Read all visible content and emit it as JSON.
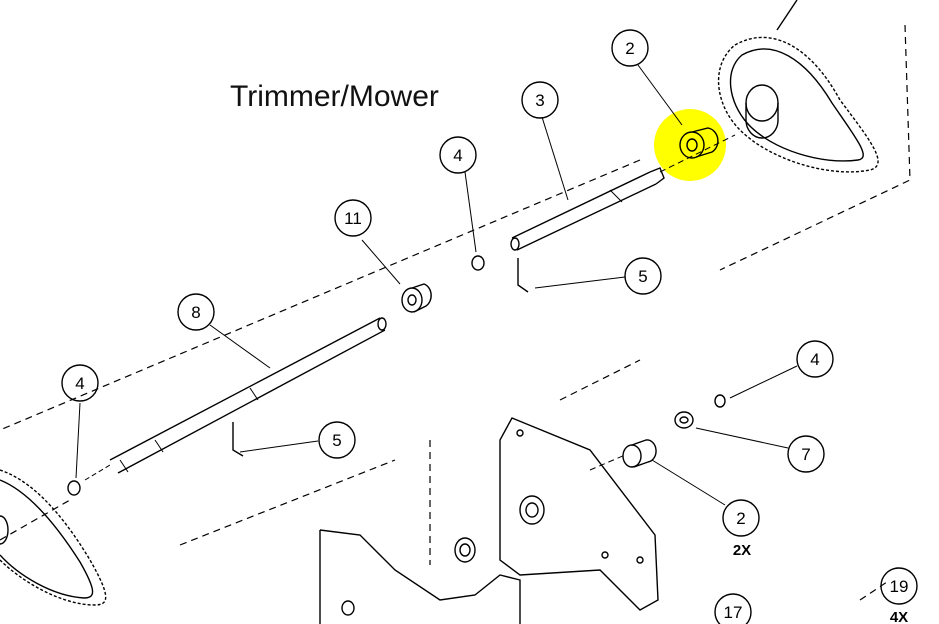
{
  "title": "Trimmer/Mower",
  "highlight_color": "#ffff00",
  "callouts": [
    {
      "id": "c-2-top",
      "label": "2"
    },
    {
      "id": "c-3",
      "label": "3"
    },
    {
      "id": "c-4-upper",
      "label": "4"
    },
    {
      "id": "c-11",
      "label": "11"
    },
    {
      "id": "c-5-upper",
      "label": "5"
    },
    {
      "id": "c-8",
      "label": "8"
    },
    {
      "id": "c-4-left",
      "label": "4"
    },
    {
      "id": "c-5-lower",
      "label": "5"
    },
    {
      "id": "c-4-right",
      "label": "4"
    },
    {
      "id": "c-7",
      "label": "7"
    },
    {
      "id": "c-2-bottom",
      "label": "2",
      "qty": "2X"
    },
    {
      "id": "c-17",
      "label": "17"
    },
    {
      "id": "c-19",
      "label": "19",
      "qty": "4X"
    }
  ]
}
